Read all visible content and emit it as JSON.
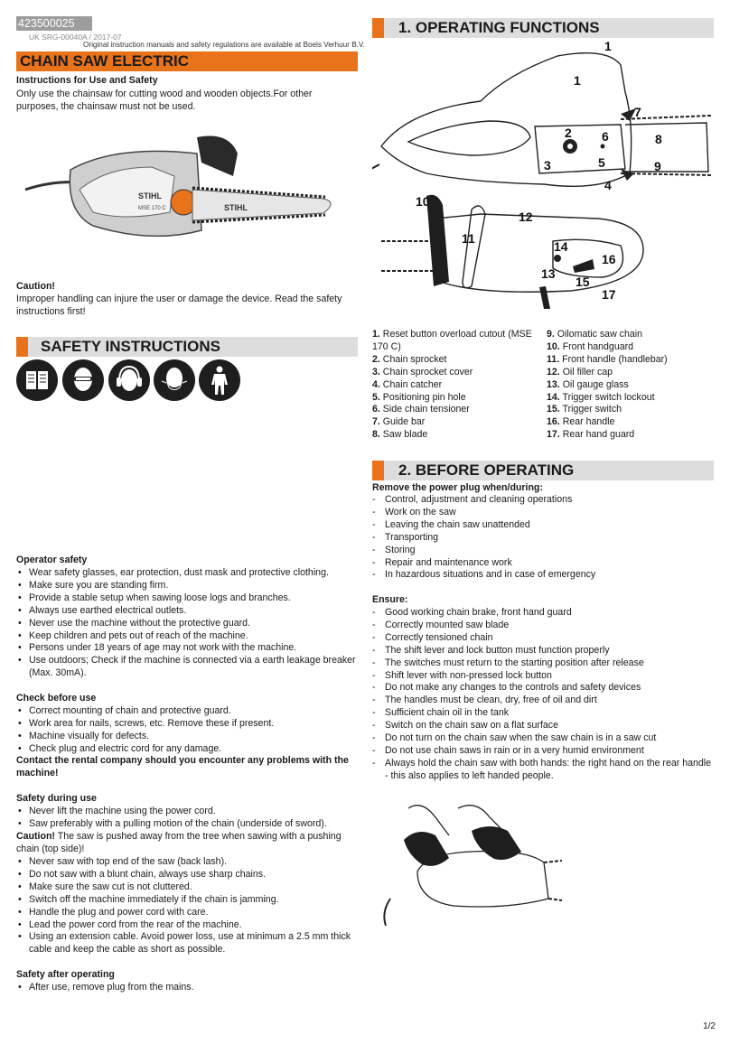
{
  "doc": {
    "id": "423500025",
    "sub": "UK SRG-00040A / 2017-07",
    "availability": "Original instruction manuals and safety regulations are available at Boels Verhuur B.V."
  },
  "title": "CHAIN SAW ELECTRIC",
  "intro": {
    "heading": "Instructions for Use and Safety",
    "text": "Only use the chainsaw for cutting wood and wooden objects.For other purposes, the chainsaw must not be used."
  },
  "product_brand": "STIHL",
  "product_model": "MSE 170 C",
  "caution": {
    "heading": "Caution!",
    "text": "Improper handling can injure the user or damage the device. Read the safety instructions first!"
  },
  "safety": {
    "title": "SAFETY INSTRUCTIONS",
    "icons": [
      "manual-icon",
      "safety-glasses-icon",
      "ear-protection-icon",
      "dust-mask-icon",
      "protective-clothing-icon"
    ]
  },
  "operator": {
    "heading": "Operator safety",
    "items": [
      "Wear safety glasses, ear protection, dust mask and protective clothing.",
      "Make sure you are standing firm.",
      "Provide a stable setup when sawing loose logs and branches.",
      "Always use earthed electrical outlets.",
      "Never use the machine  without the protective guard.",
      "Keep children and pets out of reach of the machine.",
      "Persons under 18 years of age may not work with the machine.",
      "Use outdoors; Check if the machine is connected via a earth leakage breaker (Max. 30mA)."
    ]
  },
  "check": {
    "heading": "Check before use",
    "items": [
      "Correct mounting of chain and protective guard.",
      "Work area for nails, screws, etc. Remove these if present.",
      "Machine visually for defects.",
      "Check plug and electric cord for any damage."
    ],
    "contact": "Contact the rental company should you encounter any problems with the machine!"
  },
  "during": {
    "heading": "Safety during use",
    "items1": [
      "Never lift the machine  using the power cord.",
      "Saw preferably with a pulling motion of the chain (underside of sword)."
    ],
    "caution_label": "Caution!",
    "caution_text": " The saw is pushed away from the tree when sawing with a pushing chain (top side)!",
    "items2": [
      "Never saw with top end of the saw (back lash).",
      "Do not saw with a blunt chain, always use sharp chains.",
      "Make sure the saw cut is not cluttered.",
      "Switch off the machine immediately if the chain is jamming.",
      "Handle the plug and power cord with care.",
      "Lead the power cord from the rear of the machine.",
      "Using an extension cable. Avoid power loss, use at minimum a 2.5 mm thick cable and  keep the cable as short as possible."
    ]
  },
  "after": {
    "heading": "Safety after operating",
    "items": [
      "After use, remove plug from the mains."
    ]
  },
  "functions": {
    "title": "1. OPERATING FUNCTIONS",
    "callouts": [
      "1",
      "1",
      "2",
      "3",
      "4",
      "5",
      "6",
      "7",
      "8",
      "9",
      "10",
      "11",
      "12",
      "13",
      "14",
      "15",
      "16",
      "17"
    ],
    "parts_left": [
      {
        "num": "1.",
        "label": "Reset button overload cutout (MSE 170 C)"
      },
      {
        "num": "2.",
        "label": "Chain sprocket"
      },
      {
        "num": "3.",
        "label": "Chain sprocket cover"
      },
      {
        "num": "4.",
        "label": "Chain catcher"
      },
      {
        "num": "5.",
        "label": "Positioning pin hole"
      },
      {
        "num": "6.",
        "label": "Side chain tensioner"
      },
      {
        "num": "7.",
        "label": "Guide bar"
      },
      {
        "num": "8.",
        "label": "Saw blade"
      }
    ],
    "parts_right": [
      {
        "num": "9.",
        "label": "Oilomatic saw chain"
      },
      {
        "num": "10.",
        "label": "Front handguard"
      },
      {
        "num": "11.",
        "label": "Front handle (handlebar)"
      },
      {
        "num": "12.",
        "label": "Oil filler cap"
      },
      {
        "num": "13.",
        "label": "Oil gauge glass"
      },
      {
        "num": "14.",
        "label": "Trigger switch lockout"
      },
      {
        "num": "15.",
        "label": "Trigger switch"
      },
      {
        "num": "16.",
        "label": "Rear handle"
      },
      {
        "num": "17.",
        "label": "Rear hand guard"
      }
    ]
  },
  "before": {
    "title": "2. BEFORE OPERATING",
    "plug_heading": "Remove the power plug when/during:",
    "plug_items": [
      "Control, adjustment and cleaning operations",
      "Work on the saw",
      "Leaving the chain saw unattended",
      "Transporting",
      "Storing",
      "Repair and maintenance work",
      "In hazardous situations and in case of emergency"
    ],
    "ensure_heading": "Ensure:",
    "ensure_items": [
      "Good working chain brake, front hand guard",
      "Correctly mounted saw blade",
      "Correctly tensioned chain",
      "The shift lever and lock button must function properly",
      "The switches must return to the starting position after release",
      "Shift lever with non-pressed lock button",
      "Do not make any changes to the controls and safety devices",
      "The handles must be clean, dry, free of oil and dirt",
      "Sufficient chain oil in the tank",
      "Switch on the chain saw on a flat surface",
      "Do not turn on the chain saw when the saw chain is in a saw cut",
      "Do not use chain saws in rain or in a very humid environment",
      "Always hold the chain saw with both hands: the right hand on the rear handle - this also applies to left handed people."
    ]
  },
  "page": "1/2"
}
